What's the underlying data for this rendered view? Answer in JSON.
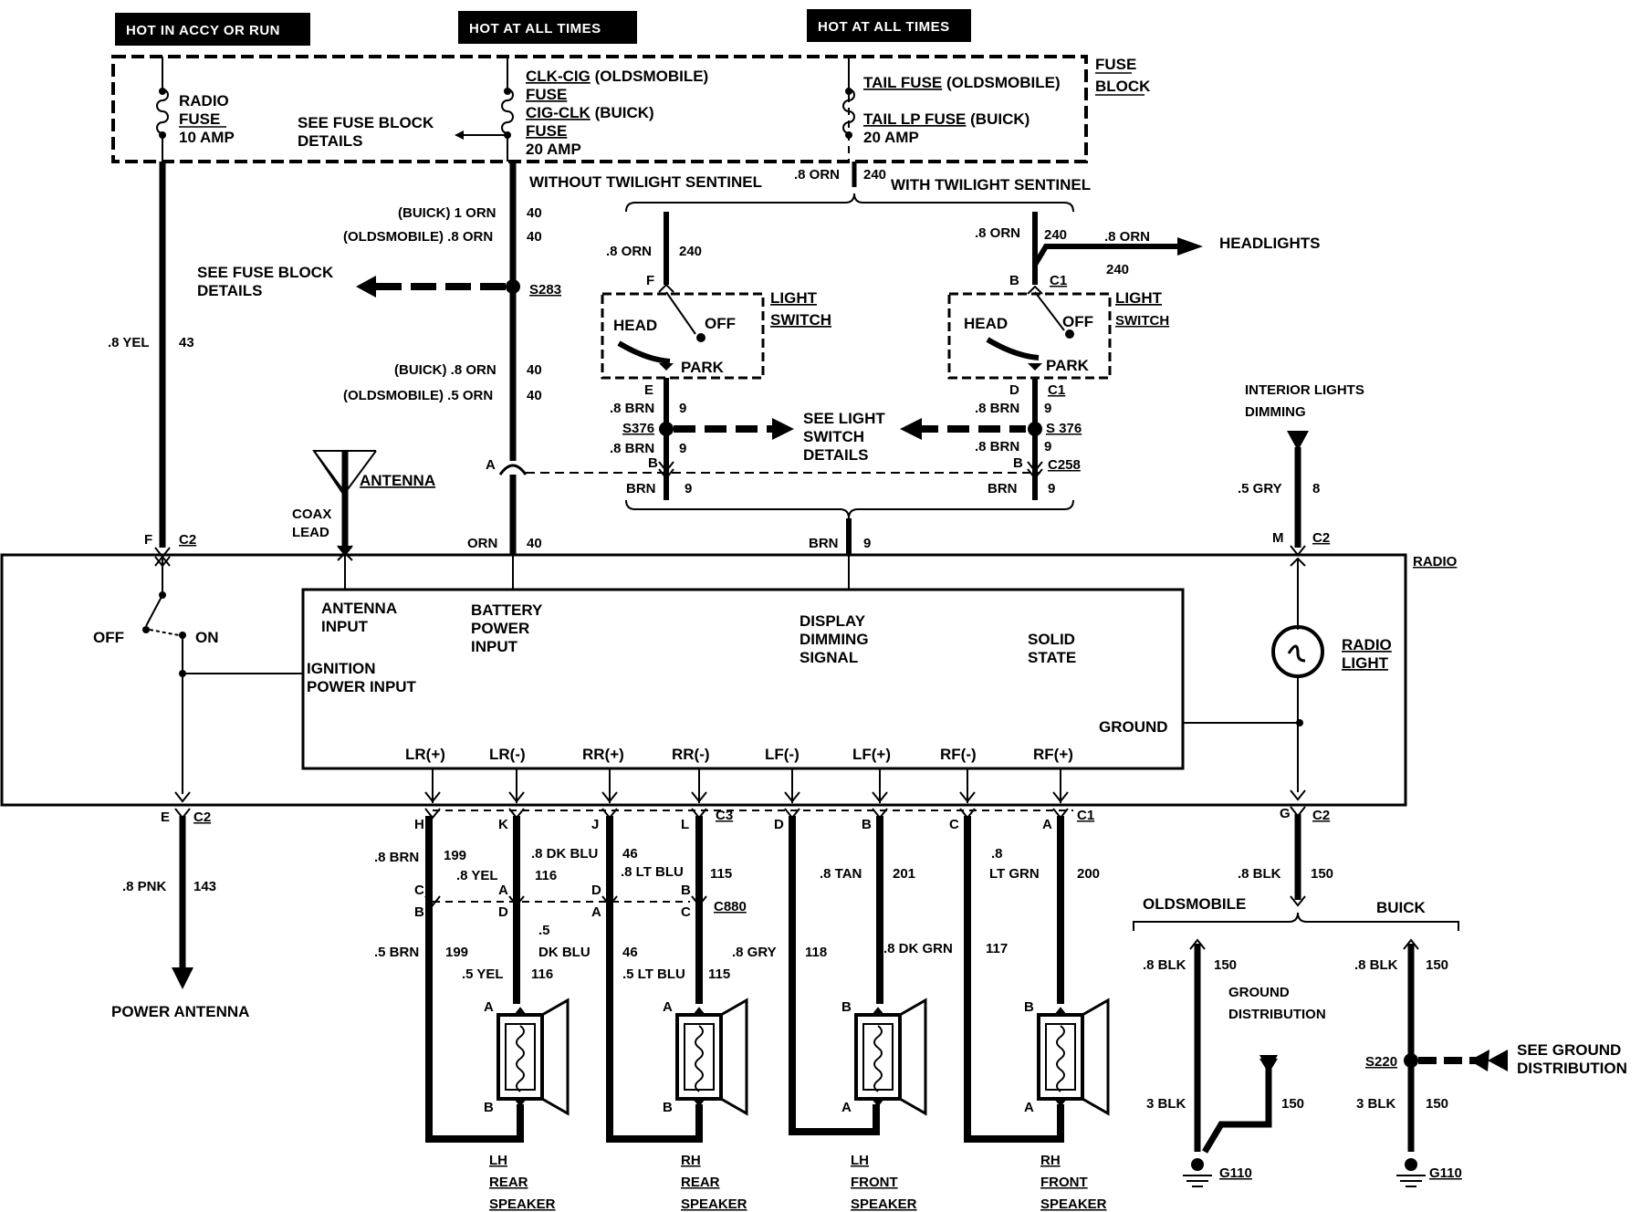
{
  "headers": {
    "accy_run": "HOT IN ACCY OR RUN",
    "at_all_times_1": "HOT AT ALL TIMES",
    "at_all_times_2": "HOT AT ALL TIMES"
  },
  "fuse_block": {
    "title_1": "FUSE",
    "title_2": "BLOCK",
    "radio_fuse_1": "RADIO",
    "radio_fuse_2": "FUSE",
    "radio_fuse_3": "10 AMP",
    "see_details_1": "SEE FUSE BLOCK",
    "see_details_2": "DETAILS",
    "clk_1": "CLK-CIG",
    "clk_1b": "(OLDSMOBILE)",
    "clk_2": "FUSE",
    "clk_3": "CIG-CLK",
    "clk_3b": "(BUICK)",
    "clk_4": "FUSE",
    "clk_5": "20 AMP",
    "tail_1": "TAIL FUSE",
    "tail_1b": "(OLDSMOBILE)",
    "tail_2": "TAIL LP FUSE",
    "tail_2b": "(BUICK)",
    "tail_3": "20 AMP"
  },
  "wires": {
    "w_8orn_top": ".8 ORN",
    "w_240_top": "240",
    "without_twilight": "WITHOUT TWILIGHT SENTINEL",
    "with_twilight": "WITH TWILIGHT SENTINEL",
    "buick_1orn": "(BUICK) 1 ORN",
    "c40a": "40",
    "olds_8orn": "(OLDSMOBILE) .8 ORN",
    "c40b": "40",
    "see_fb_1": "SEE FUSE BLOCK",
    "see_fb_2": "DETAILS",
    "s283": "S283",
    "yel8": ".8 YEL",
    "c43": "43",
    "buick_8orn": "(BUICK) .8 ORN",
    "c40c": "40",
    "olds_5orn": "(OLDSMOBILE) .5 ORN",
    "c40d": "40",
    "pin_a": "A",
    "antenna": "ANTENNA",
    "coax_1": "COAX",
    "coax_2": "LEAD",
    "pin_f": "F",
    "c2_f": "C2",
    "orn": "ORN",
    "c40e": "40",
    "brn9_main": "BRN",
    "c9_main": "9",
    "pin_m": "M",
    "c2_m": "C2",
    "interior_1": "INTERIOR LIGHTS",
    "interior_2": "DIMMING",
    "gry5": ".5 GRY",
    "c8": "8"
  },
  "ls_left": {
    "orn8": ".8 ORN",
    "c240": "240",
    "pin_f": "F",
    "label_1": "LIGHT",
    "label_2": "SWITCH",
    "head": "HEAD",
    "off": "OFF",
    "park": "PARK",
    "pin_e": "E",
    "brn8a": ".8 BRN",
    "c9a": "9",
    "s376": "S376",
    "brn8b": ".8 BRN",
    "c9b": "9",
    "pin_b": "B",
    "brn": "BRN",
    "c9c": "9"
  },
  "ls_center": {
    "see_1": "SEE LIGHT",
    "see_2": "SWITCH",
    "see_3": "DETAILS"
  },
  "ls_right": {
    "orn8": ".8 ORN",
    "c240": "240",
    "orn8_b": ".8 ORN",
    "c240_b": "240",
    "headlights": "HEADLIGHTS",
    "pin_b": "B",
    "c1": "C1",
    "label_1": "LIGHT",
    "label_2": "SWITCH",
    "head": "HEAD",
    "off": "OFF",
    "park": "PARK",
    "pin_d": "D",
    "c1b": "C1",
    "brn8a": ".8 BRN",
    "c9a": "9",
    "s376": "S 376",
    "brn8b": ".8 BRN",
    "c9b": "9",
    "pin_b2": "B",
    "c258": "C258",
    "brn": "BRN",
    "c9c": "9"
  },
  "radio": {
    "title": "RADIO",
    "off": "OFF",
    "on": "ON",
    "antenna_input_1": "ANTENNA",
    "antenna_input_2": "INPUT",
    "battery_1": "BATTERY",
    "battery_2": "POWER",
    "battery_3": "INPUT",
    "ignition_1": "IGNITION",
    "ignition_2": "POWER INPUT",
    "display_1": "DISPLAY",
    "display_2": "DIMMING",
    "display_3": "SIGNAL",
    "solid_1": "SOLID",
    "solid_2": "STATE",
    "ground": "GROUND",
    "radio_light_1": "RADIO",
    "radio_light_2": "LIGHT",
    "outputs": [
      "LR(+)",
      "LR(-)",
      "RR(+)",
      "RR(-)",
      "LF(-)",
      "LF(+)",
      "RF(-)",
      "RF(+)"
    ]
  },
  "lower_left": {
    "pin_e": "E",
    "c2": "C2",
    "pnk": ".8 PNK",
    "c143": "143",
    "power_antenna": "POWER ANTENNA"
  },
  "speakers_wiring": {
    "pins_top": [
      "H",
      "K",
      "J",
      "L",
      "D",
      "B",
      "C",
      "A"
    ],
    "c3": "C3",
    "c1": "C1",
    "w_8brn": ".8 BRN",
    "c199a": "199",
    "w_8yel": ".8 YEL",
    "c116a": "116",
    "w_8dkblu": ".8 DK BLU",
    "c46a": "46",
    "w_8ltblu": ".8 LT BLU",
    "c115a": "115",
    "w_8tan": ".8 TAN",
    "c201": "201",
    "w_8": ".8",
    "w_ltgrn": "LT GRN",
    "c200": "200",
    "pins_mid_top": [
      "C",
      "A",
      "D",
      "B"
    ],
    "pins_mid_bot": [
      "B",
      "D",
      "A",
      "C"
    ],
    "c880": "C880",
    "w_5brn": ".5 BRN",
    "c199b": "199",
    "w_5": ".5",
    "w_dkblu": "DK BLU",
    "w_5yel": ".5 YEL",
    "c116b": "116",
    "c46b": "46",
    "w_5ltblu": ".5 LT BLU",
    "c115b": "115",
    "w_8gry": ".8 GRY",
    "c118": "118",
    "w_8dkgrn": ".8 DK GRN",
    "c117": "117",
    "spk_pins": [
      "A",
      "B",
      "A",
      "B",
      "B",
      "A",
      "B",
      "A"
    ]
  },
  "speakers": [
    {
      "l1": "LH",
      "l2": "REAR",
      "l3": "SPEAKER"
    },
    {
      "l1": "RH",
      "l2": "REAR",
      "l3": "SPEAKER"
    },
    {
      "l1": "LH",
      "l2": "FRONT",
      "l3": "SPEAKER"
    },
    {
      "l1": "RH",
      "l2": "FRONT",
      "l3": "SPEAKER"
    }
  ],
  "ground": {
    "pin_g": "G",
    "c2": "C2",
    "blk8": ".8 BLK",
    "c150": "150",
    "olds": "OLDSMOBILE",
    "buick": "BUICK",
    "l_blk8": ".8 BLK",
    "l_c150": "150",
    "gd_1": "GROUND",
    "gd_2": "DISTRIBUTION",
    "l_blk3": "3 BLK",
    "l_c150b": "150",
    "l_g110": "G110",
    "r_blk8": ".8 BLK",
    "r_c150": "150",
    "s220": "S220",
    "see_gd_1": "SEE GROUND",
    "see_gd_2": "DISTRIBUTION",
    "r_blk3": "3 BLK",
    "r_c150b": "150",
    "r_g110": "G110"
  }
}
